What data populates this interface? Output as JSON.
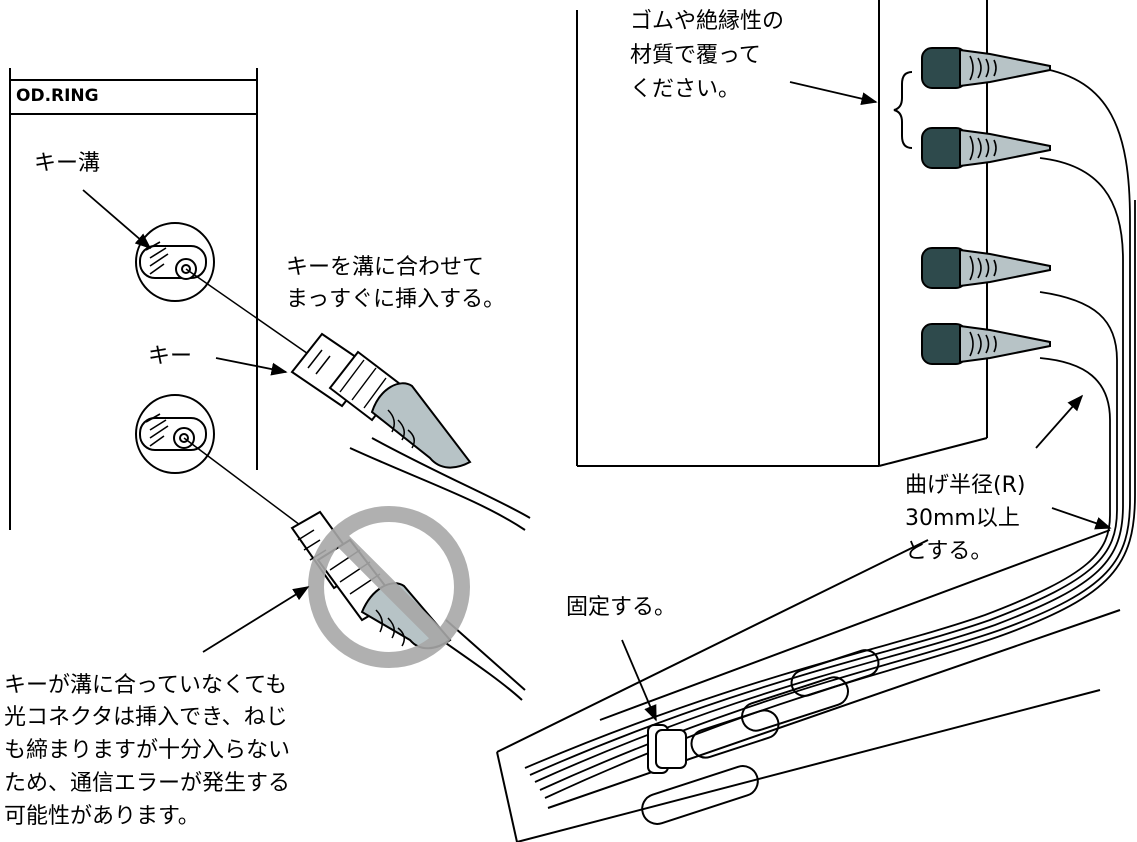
{
  "panel": {
    "label": "OD.RING"
  },
  "labels": {
    "key_groove": "キー溝",
    "key": "キー",
    "insert_instruction": [
      "キーを溝に合わせて",
      "まっすぐに挿入する。"
    ],
    "warning": [
      "キーが溝に合っていなくても",
      "光コネクタは挿入でき、ねじ",
      "も締まりますが十分入らない",
      "ため、通信エラーが発生する",
      "可能性があります。"
    ],
    "cover_note": [
      "ゴムや絶縁性の",
      "材質で覆って",
      "ください。"
    ],
    "bend_radius": [
      "曲げ半径(R)",
      "30mm以上",
      "とする。"
    ],
    "fix": "固定する。"
  },
  "colors": {
    "line": "#000000",
    "boot_gray": "#b7c3c6",
    "cap_dark": "#2e4a4c",
    "prohibit_ring": "#a8a8a8"
  },
  "icons": [
    "prohibit-icon"
  ]
}
